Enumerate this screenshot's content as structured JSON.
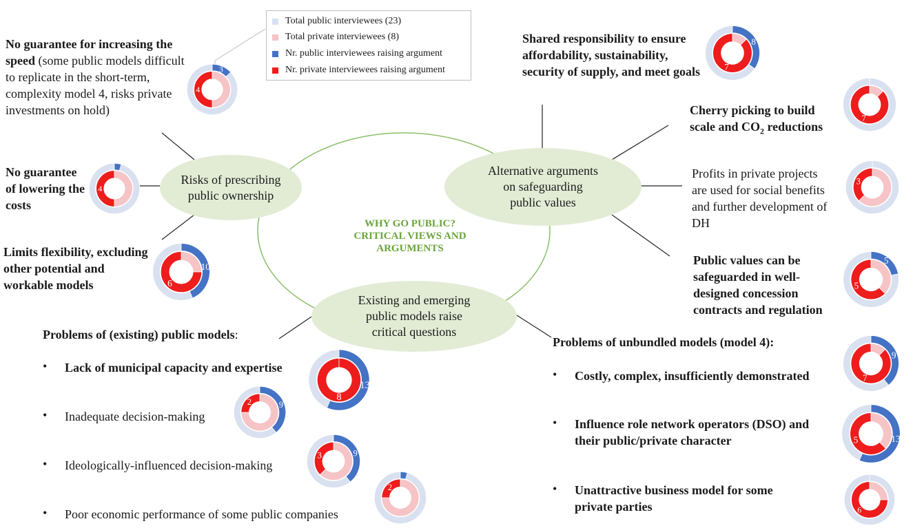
{
  "colors": {
    "public_total": "#d9e1f0",
    "private_total": "#f6c4c6",
    "public_raising": "#4472c4",
    "private_raising": "#ee1c1c",
    "ellipse": "#e2ecd5",
    "center_title": "#6aa43b",
    "circle": "#8bbf6a"
  },
  "legend": {
    "items": [
      "Total public interviewees (23)",
      "Total private interviewees (8)",
      "Nr. public interviewees raising argument",
      "Nr. private interviewees raising argument"
    ]
  },
  "center_title": "WHY GO PUBLIC?\nCRITICAL VIEWS AND\nARGUMENTS",
  "hubs": {
    "risks": "Risks of prescribing\npublic ownership",
    "alternative": "Alternative arguments\non safeguarding\npublic values",
    "existing": "Existing and emerging\npublic models raise\ncritical questions"
  },
  "left": {
    "speed_bold": "No guarantee for increasing the speed",
    "speed_rest": " (some public models difficult to replicate in the short-term, complexity model 4, risks private investments on hold)",
    "costs": "No guarantee of lowering the costs",
    "flexibility": "Limits flexibility, excluding other potential and workable models"
  },
  "right": {
    "shared": "Shared responsibility to ensure affordability, sustainability, security of supply, and meet goals",
    "cherry_a": "Cherry picking to build scale and CO",
    "cherry_sub": "2",
    "cherry_b": " reductions",
    "profits": "Profits in private projects are used for social benefits and further development of DH",
    "safeguarded": "Public values can be safeguarded in well-designed concession contracts and regulation"
  },
  "problems_public": {
    "heading": "Problems of (existing) public models",
    "colon": ":",
    "bullet": "•",
    "items": [
      "Lack of municipal capacity and expertise",
      "Inadequate decision-making",
      "Ideologically-influenced decision-making",
      "Poor economic performance of some public companies"
    ]
  },
  "problems_unbundled": {
    "heading": "Problems of unbundled models (model 4):",
    "bullet": "•",
    "items": [
      "Costly, complex, insufficiently demonstrated",
      "Influence role network operators (DSO) and their public/private character",
      "Unattractive business model for some private parties"
    ]
  },
  "chart_data": {
    "type": "donut",
    "totals": {
      "public": 23,
      "private": 8
    },
    "arguments": [
      {
        "id": "speed",
        "public": 3,
        "private": 4
      },
      {
        "id": "costs",
        "public": 1,
        "private": 4
      },
      {
        "id": "flexibility",
        "public": 10,
        "private": 6
      },
      {
        "id": "capacity",
        "public": 13,
        "private": 8
      },
      {
        "id": "inadequate",
        "public": 9,
        "private": 2
      },
      {
        "id": "ideological",
        "public": 9,
        "private": 3
      },
      {
        "id": "poor_economic",
        "public": 1,
        "private": 2
      },
      {
        "id": "shared",
        "public": 8,
        "private": 7
      },
      {
        "id": "cherry",
        "public": 0,
        "private": 7
      },
      {
        "id": "profits",
        "public": 0,
        "private": 3
      },
      {
        "id": "safeguarded",
        "public": 5,
        "private": 5
      },
      {
        "id": "costly",
        "public": 9,
        "private": 7
      },
      {
        "id": "dso",
        "public": 13,
        "private": 5
      },
      {
        "id": "unattractive",
        "public": 0,
        "private": 6
      }
    ],
    "labels": [
      {
        "id": "speed",
        "public": "3",
        "private": "4"
      },
      {
        "id": "costs",
        "public": "",
        "private": "4"
      },
      {
        "id": "flexibility",
        "public": "10",
        "private": "6"
      },
      {
        "id": "capacity",
        "public": "13",
        "private": "8"
      },
      {
        "id": "inadequate",
        "public": "9",
        "private": "2"
      },
      {
        "id": "ideological",
        "public": "9",
        "private": "3"
      },
      {
        "id": "poor_economic",
        "public": "",
        "private": "2"
      },
      {
        "id": "shared",
        "public": "8",
        "private": "7"
      },
      {
        "id": "cherry",
        "public": "",
        "private": "7"
      },
      {
        "id": "profits",
        "public": "",
        "private": "3"
      },
      {
        "id": "safeguarded",
        "public": "5",
        "private": "5"
      },
      {
        "id": "costly",
        "public": "9",
        "private": "7"
      },
      {
        "id": "dso",
        "public": "13",
        "private": "5"
      },
      {
        "id": "unattractive",
        "public": "",
        "private": "6"
      }
    ]
  }
}
